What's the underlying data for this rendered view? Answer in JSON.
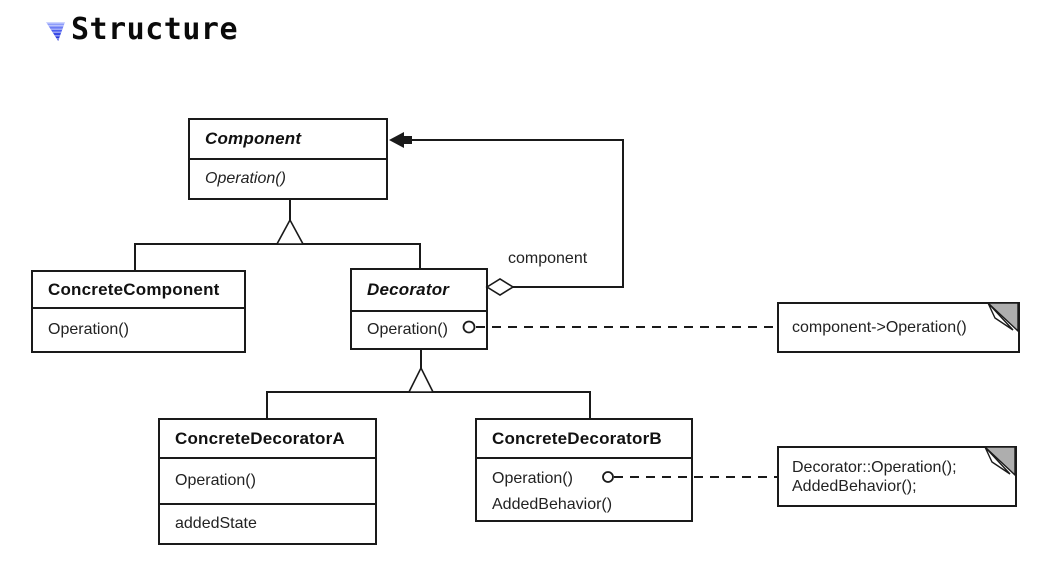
{
  "heading": {
    "title": "Structure"
  },
  "classes": {
    "component": {
      "name": "Component",
      "op": "Operation()"
    },
    "concreteComponent": {
      "name": "ConcreteComponent",
      "op": "Operation()"
    },
    "decorator": {
      "name": "Decorator",
      "op": "Operation()"
    },
    "concreteDecoratorA": {
      "name": "ConcreteDecoratorA",
      "op": "Operation()",
      "attr": "addedState"
    },
    "concreteDecoratorB": {
      "name": "ConcreteDecoratorB",
      "op1": "Operation()",
      "op2": "AddedBehavior()"
    }
  },
  "edges": {
    "aggregation_role": "component"
  },
  "notes": {
    "note1": {
      "line1": "component->Operation()"
    },
    "note2": {
      "line1": "Decorator::Operation();",
      "line2": "AddedBehavior();"
    }
  },
  "colors": {
    "line": "#1a1a1a",
    "note_fold_gray": "#aeaeae",
    "marker_blue": "#1624cf",
    "background": "#ffffff"
  }
}
